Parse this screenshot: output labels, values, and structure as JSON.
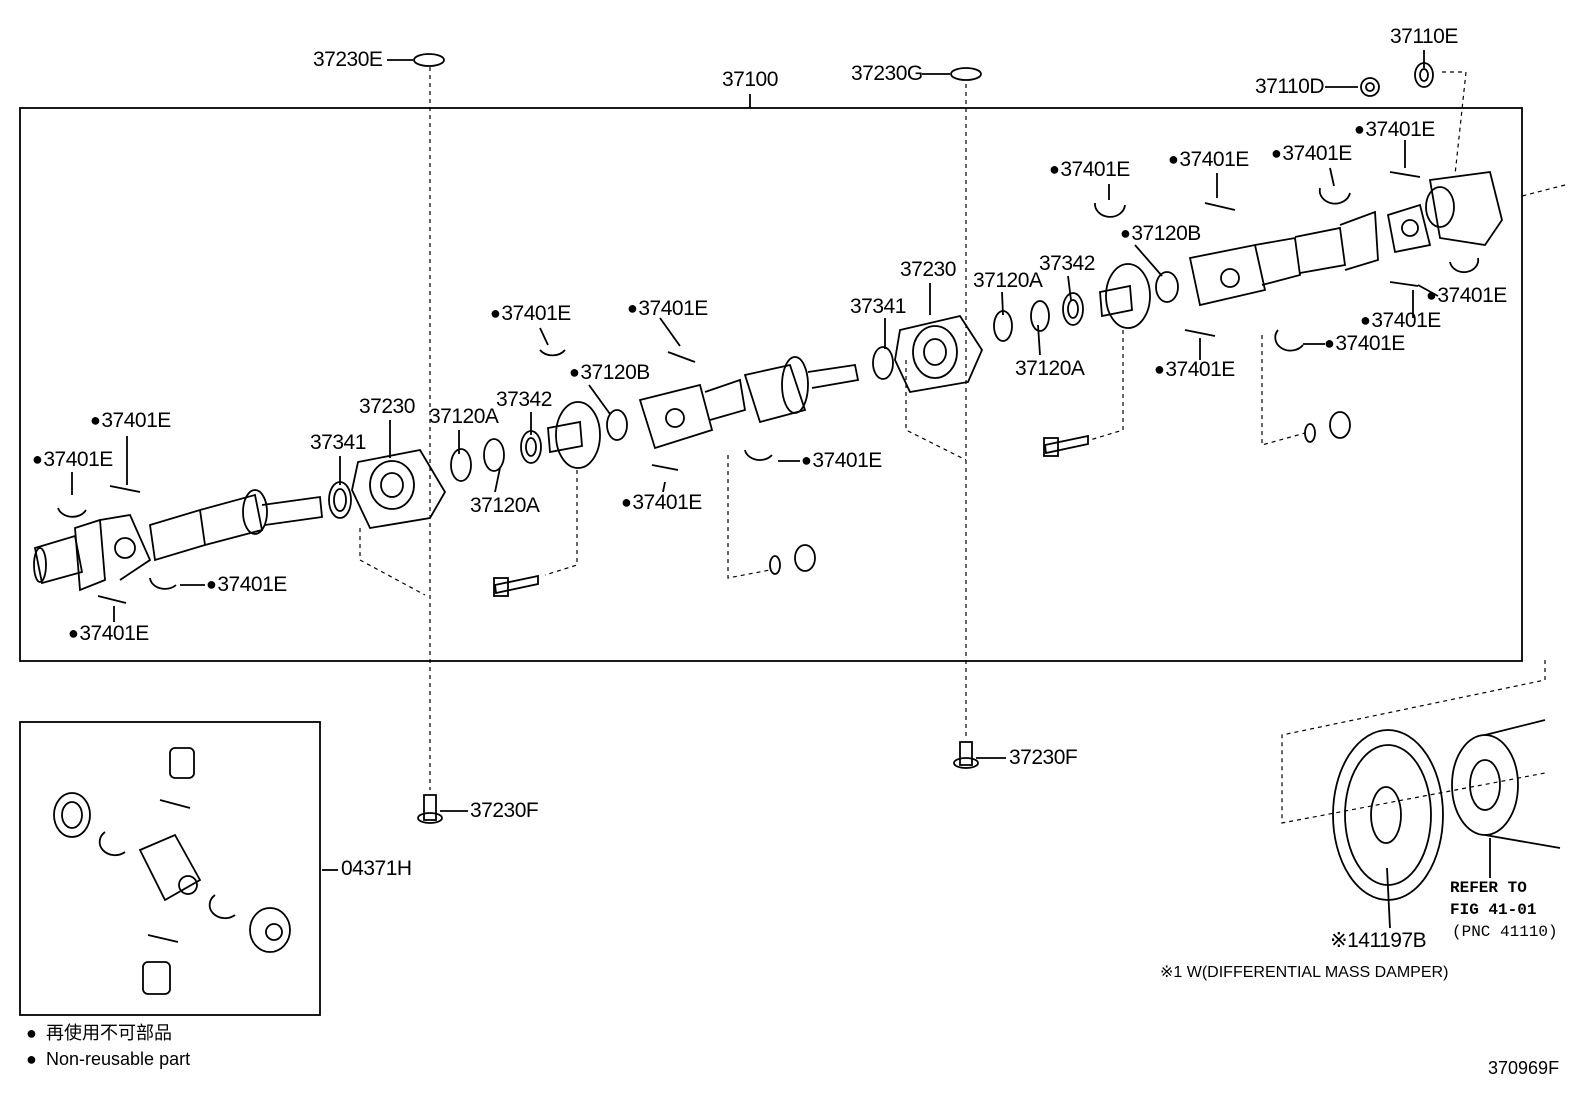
{
  "labels": {
    "assembly": "37100",
    "washer_e": "37230E",
    "washer_g": "37230G",
    "bolt_f_left": "37230F",
    "bolt_f_right": "37230F",
    "flange_nut": "37110E",
    "nut_d": "37110D",
    "spider_kit": "04371H",
    "snap_ring": "37401E",
    "center_bearing_left": "37230",
    "center_bearing_right": "37230",
    "cushion_left": "37341",
    "cushion_right": "37341",
    "spacer_left": "37342",
    "spacer_right": "37342",
    "washer_a": "37120A",
    "yoke_b": "37120B",
    "damper": "※141197B"
  },
  "notes": {
    "refer_to": "REFER TO",
    "fig": "FIG 41-01",
    "pnc": "(PNC 41110)",
    "damper_note": "※1 W(DIFFERENTIAL MASS DAMPER)"
  },
  "legend": {
    "jp": "再使用不可部品",
    "en": "Non-reusable part",
    "bullet": "●"
  },
  "figure_number": "370969F"
}
